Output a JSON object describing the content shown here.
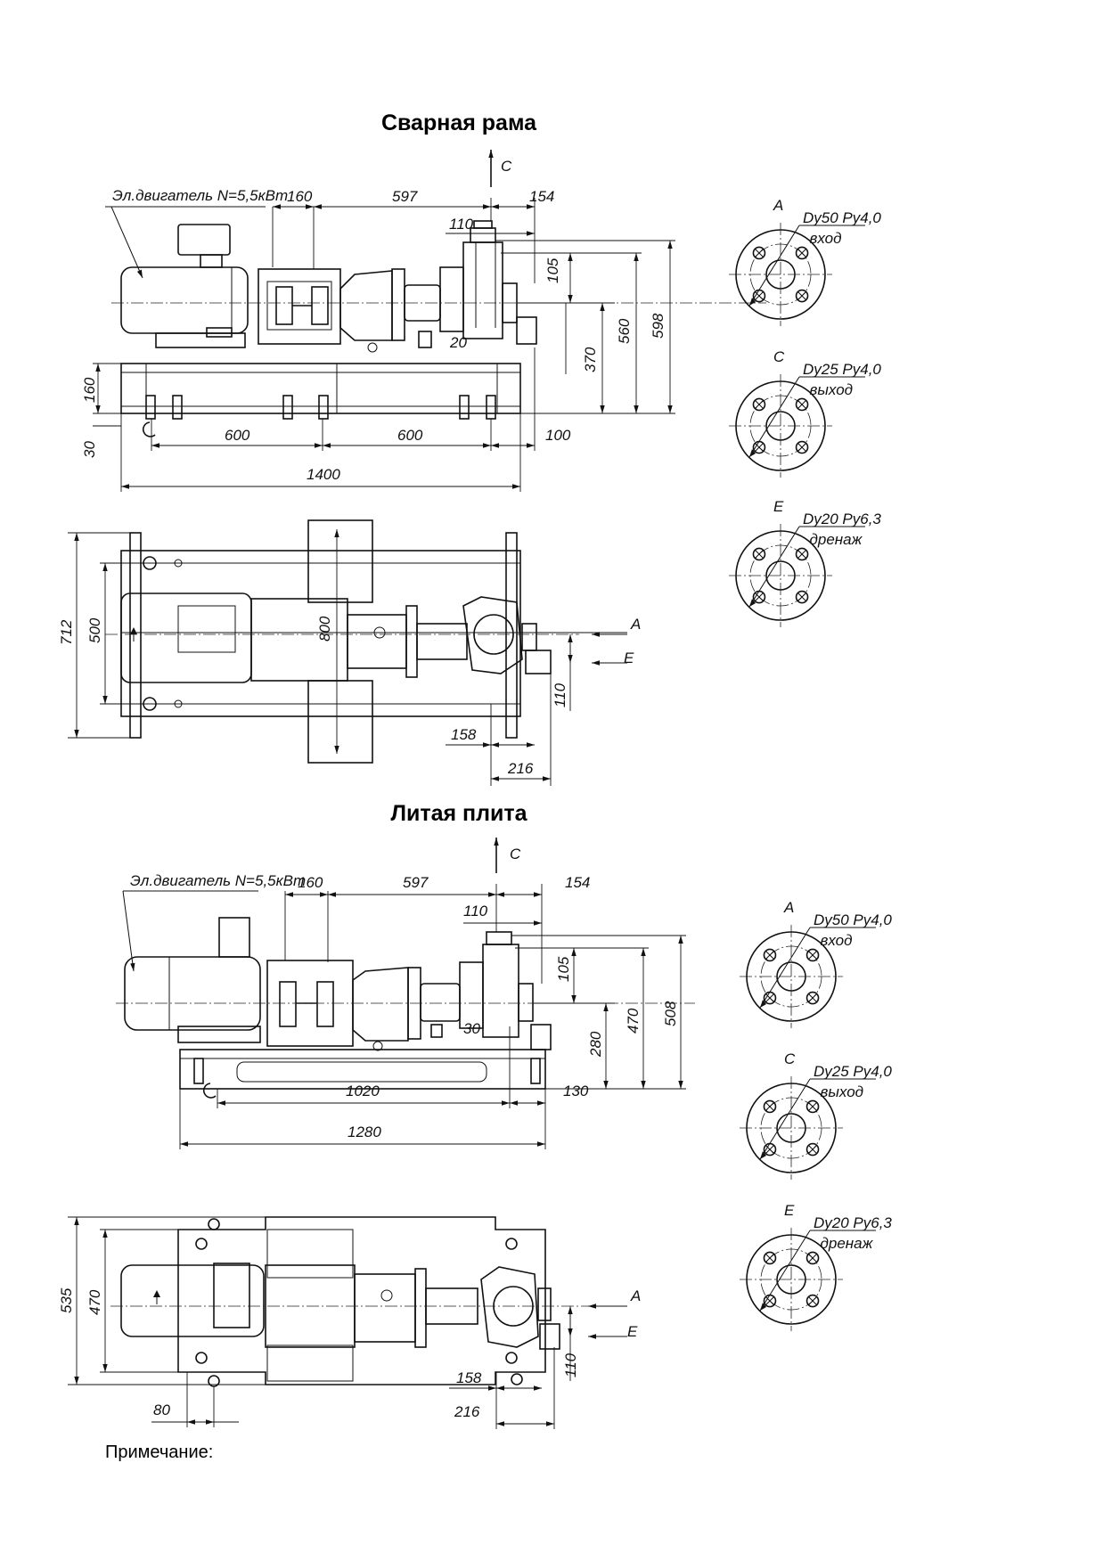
{
  "headings": {
    "welded_frame": "Сварная рама",
    "cast_plate": "Литая плита",
    "note": "Примечание:"
  },
  "welded": {
    "motor_label": "Эл.двигатель N=5,5кВт",
    "view_c": "С",
    "dims": {
      "d160": "160",
      "d597": "597",
      "d154": "154",
      "d110": "110",
      "d105": "105",
      "d20": "20",
      "d370": "370",
      "d560": "560",
      "d598": "598",
      "d160v": "160",
      "d30": "30",
      "d600a": "600",
      "d600b": "600",
      "d100": "100",
      "d1400": "1400"
    },
    "plan": {
      "d712": "712",
      "d500": "500",
      "d800": "800",
      "d158": "158",
      "d216": "216",
      "d110": "110",
      "view_a": "А",
      "view_e": "Е"
    }
  },
  "cast": {
    "motor_label": "Эл.двигатель N=5,5кВт",
    "view_c": "С",
    "dims": {
      "d160": "160",
      "d597": "597",
      "d154": "154",
      "d110": "110",
      "d105": "105",
      "d30": "30",
      "d280": "280",
      "d470": "470",
      "d508": "508",
      "d1020": "1020",
      "d130": "130",
      "d1280": "1280"
    },
    "plan": {
      "d535": "535",
      "d470": "470",
      "d80": "80",
      "d158": "158",
      "d216": "216",
      "d110": "110",
      "view_a": "А",
      "view_e": "Е"
    }
  },
  "flanges": [
    {
      "view": "А",
      "spec": "Dy50 Py4,0",
      "role": "вход"
    },
    {
      "view": "С",
      "spec": "Dy25 Py4,0",
      "role": "выход"
    },
    {
      "view": "Е",
      "spec": "Dy20 Py6,3",
      "role": "дренаж"
    },
    {
      "view": "А",
      "spec": "Dy50 Py4,0",
      "role": "вход"
    },
    {
      "view": "С",
      "spec": "Dy25 Py4,0",
      "role": "выход"
    },
    {
      "view": "Е",
      "spec": "Dy20 Py6,3",
      "role": "дренаж"
    }
  ]
}
